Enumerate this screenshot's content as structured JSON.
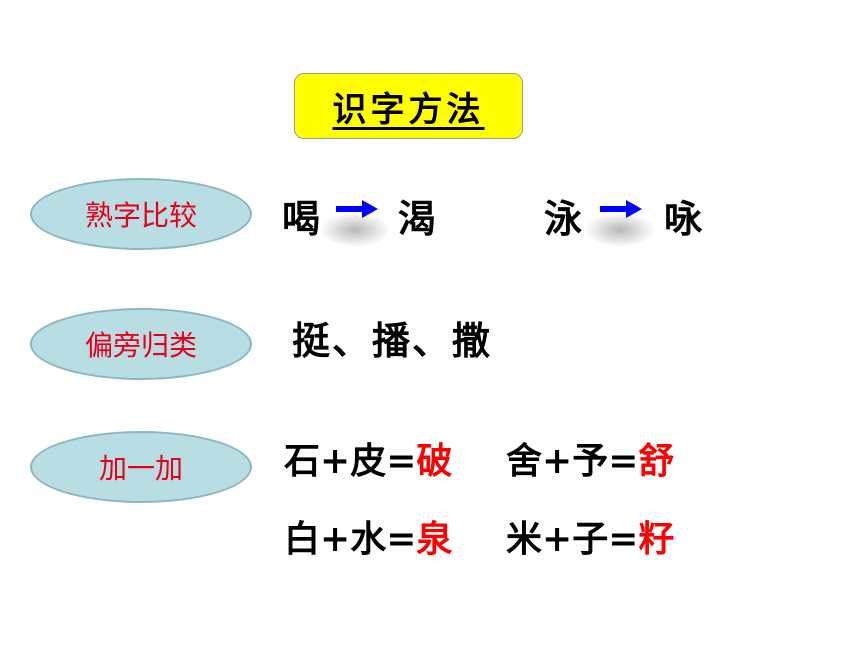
{
  "title": "识字方法",
  "methods": [
    {
      "label": "熟字比较"
    },
    {
      "label": "偏旁归类"
    },
    {
      "label": "加一加"
    }
  ],
  "compare": {
    "pair1": {
      "from": "喝",
      "to": "渴"
    },
    "pair2": {
      "from": "泳",
      "to": "咏"
    },
    "arrow_color": "#0000ff",
    "arrow_icon": "right-arrow"
  },
  "radical_group": "挺、播、撒",
  "additions": [
    {
      "a": "石",
      "b": "皮",
      "result": "破"
    },
    {
      "a": "舍",
      "b": "予",
      "result": "舒"
    },
    {
      "a": "白",
      "b": "水",
      "result": "泉"
    },
    {
      "a": "米",
      "b": "子",
      "result": "籽"
    }
  ],
  "operators": {
    "plus": "+",
    "equals": "="
  },
  "colors": {
    "title_bg": "#ffff00",
    "oval_fill": "#b8dde3",
    "method_text": "#e8001b",
    "result_text": "#ff0000"
  }
}
